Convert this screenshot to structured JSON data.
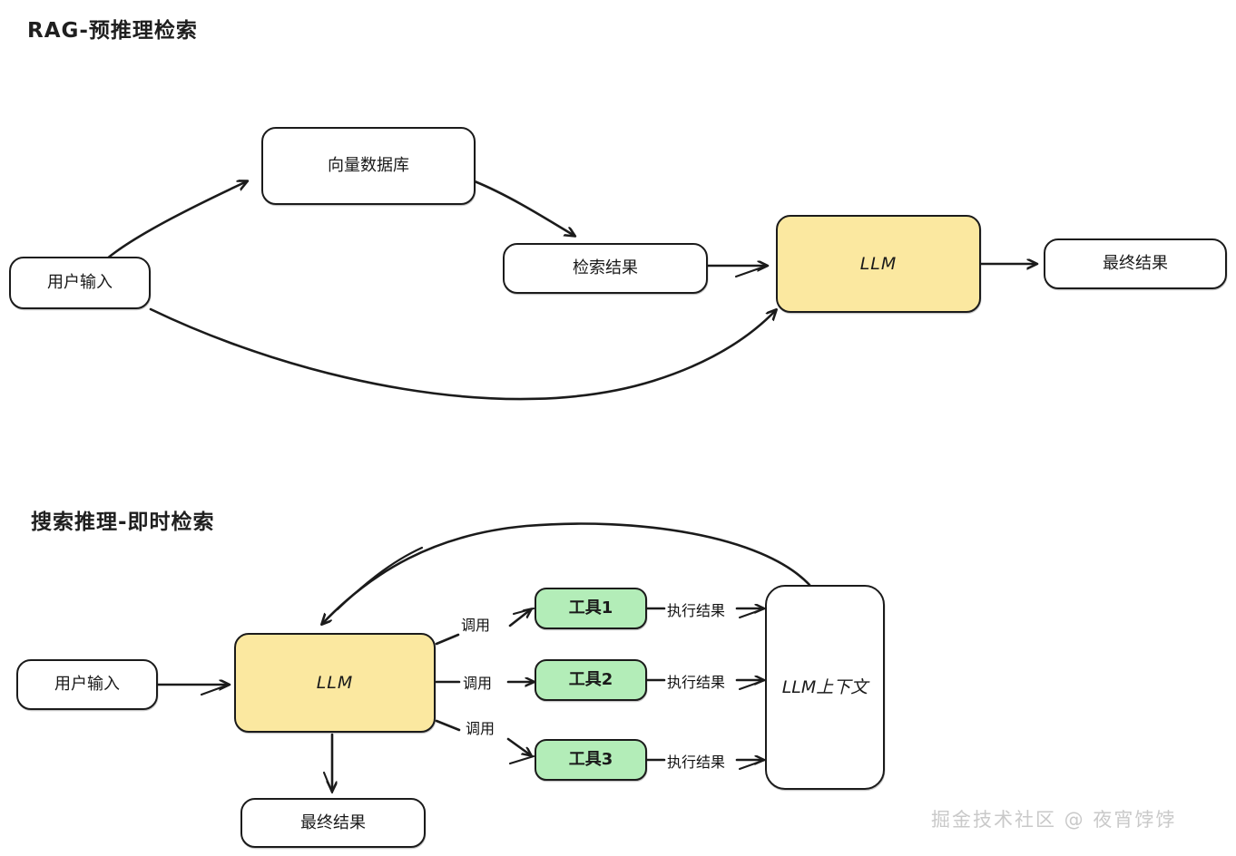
{
  "diagrams": [
    {
      "title": "RAG-预推理检索",
      "nodes": [
        {
          "id": "user-input",
          "label": "用户输入",
          "style": "plain"
        },
        {
          "id": "vector-db",
          "label": "向量数据库",
          "style": "plain"
        },
        {
          "id": "retrieval-result",
          "label": "检索结果",
          "style": "plain"
        },
        {
          "id": "llm",
          "label": "LLM",
          "style": "llm"
        },
        {
          "id": "final-result",
          "label": "最终结果",
          "style": "plain"
        }
      ],
      "edges": [
        {
          "from": "user-input",
          "to": "vector-db",
          "label": ""
        },
        {
          "from": "vector-db",
          "to": "retrieval-result",
          "label": ""
        },
        {
          "from": "retrieval-result",
          "to": "llm",
          "label": ""
        },
        {
          "from": "user-input",
          "to": "llm",
          "label": ""
        },
        {
          "from": "llm",
          "to": "final-result",
          "label": ""
        }
      ]
    },
    {
      "title": "搜索推理-即时检索",
      "nodes": [
        {
          "id": "user-input-2",
          "label": "用户输入",
          "style": "plain"
        },
        {
          "id": "llm-2",
          "label": "LLM",
          "style": "llm"
        },
        {
          "id": "tool-1",
          "label": "工具1",
          "style": "tool"
        },
        {
          "id": "tool-2",
          "label": "工具2",
          "style": "tool"
        },
        {
          "id": "tool-3",
          "label": "工具3",
          "style": "tool"
        },
        {
          "id": "llm-context",
          "label": "LLM上下文",
          "style": "context"
        },
        {
          "id": "final-result-2",
          "label": "最终结果",
          "style": "plain"
        }
      ],
      "edges": [
        {
          "from": "user-input-2",
          "to": "llm-2",
          "label": ""
        },
        {
          "from": "llm-2",
          "to": "tool-1",
          "label": "调用"
        },
        {
          "from": "llm-2",
          "to": "tool-2",
          "label": "调用"
        },
        {
          "from": "llm-2",
          "to": "tool-3",
          "label": "调用"
        },
        {
          "from": "tool-1",
          "to": "llm-context",
          "label": "执行结果"
        },
        {
          "from": "tool-2",
          "to": "llm-context",
          "label": "执行结果"
        },
        {
          "from": "tool-3",
          "to": "llm-context",
          "label": "执行结果"
        },
        {
          "from": "llm-context",
          "to": "llm-2",
          "label": ""
        },
        {
          "from": "llm-2",
          "to": "final-result-2",
          "label": ""
        }
      ]
    }
  ],
  "labels": {
    "call_1": "调用",
    "call_2": "调用",
    "call_3": "调用",
    "exec_1": "执行结果",
    "exec_2": "执行结果",
    "exec_3": "执行结果"
  },
  "watermark": "掘金技术社区 @ 夜宵饽饽",
  "colors": {
    "llm_fill": "#FBE8A0",
    "tool_fill": "#B3EDB8",
    "stroke": "#1b1b1b",
    "background": "#ffffff",
    "watermark": "#c9c9c9"
  }
}
